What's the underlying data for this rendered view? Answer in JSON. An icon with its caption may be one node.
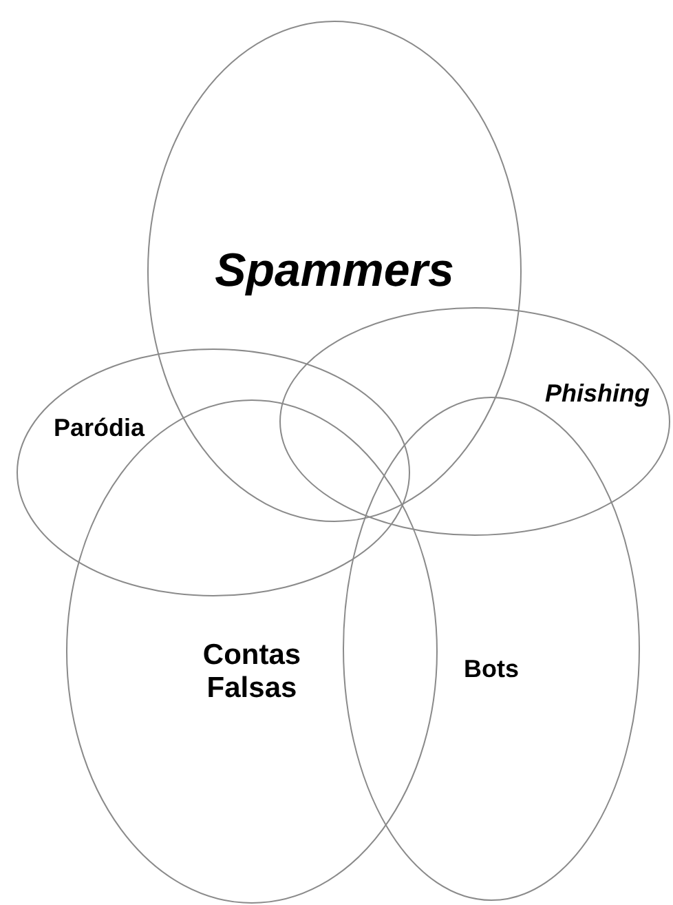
{
  "diagram": {
    "nodes": [
      {
        "text": [
          "Spammers"
        ]
      },
      {
        "text": [
          "Phishing"
        ]
      },
      {
        "text": [
          "Paródia"
        ]
      },
      {
        "text": [
          "Contas Falsas"
        ]
      },
      {
        "text": [
          "Bots"
        ]
      }
    ]
  }
}
